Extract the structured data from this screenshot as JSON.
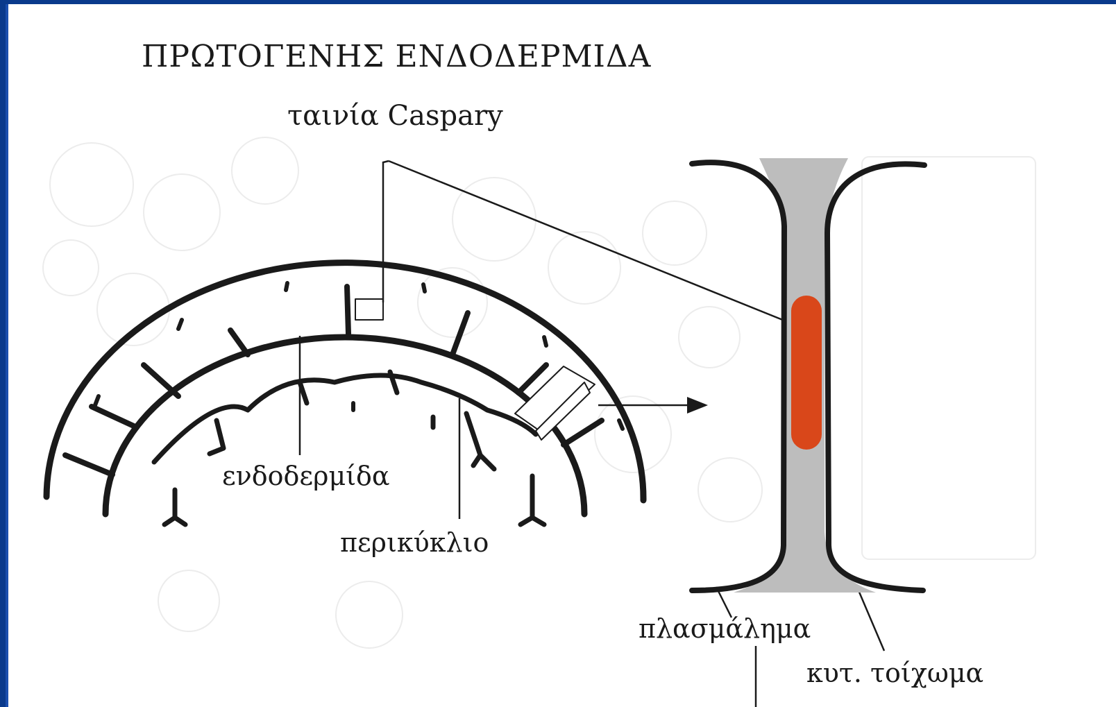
{
  "diagram": {
    "title": "ΠΡΩΤΟΓΕΝΗΣ ΕΝΔΟΔΕΡΜΙΔΑ",
    "labels": {
      "caspary_strip": "ταινία Caspary",
      "endodermis": "ενδοδερμίδα",
      "pericycle": "περικύκλιο",
      "plasma_membrane": "πλασμάλημα",
      "cell_wall": "κυτ. τοίχωμα"
    },
    "colors": {
      "caspary_strip": "#d9471a",
      "cell_wall_fill": "#bdbdbd",
      "outline": "#1a1a1a",
      "frame_border": "#0a3a8c"
    }
  }
}
